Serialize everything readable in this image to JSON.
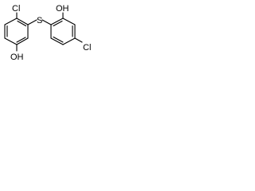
{
  "molecule": {
    "labels": {
      "cl_left": "Cl",
      "oh_left": "OH",
      "s_bridge": "S",
      "oh_right": "OH",
      "cl_right": "Cl"
    }
  }
}
